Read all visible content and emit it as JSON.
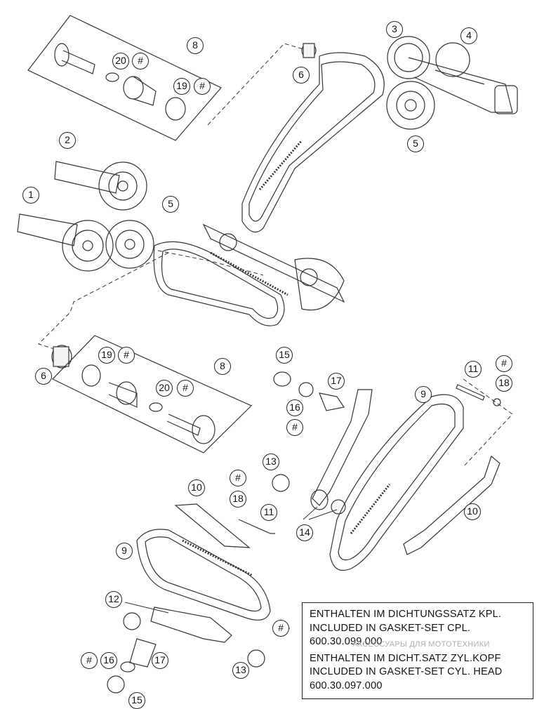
{
  "callouts": [
    {
      "id": "c8-top",
      "text": "8"
    },
    {
      "id": "c20-top",
      "text": "20"
    },
    {
      "id": "chash-top-20",
      "text": "#"
    },
    {
      "id": "c19-top",
      "text": "19"
    },
    {
      "id": "chash-top-19",
      "text": "#"
    },
    {
      "id": "c6-top",
      "text": "6"
    },
    {
      "id": "c3",
      "text": "3"
    },
    {
      "id": "c4",
      "text": "4"
    },
    {
      "id": "c5-top",
      "text": "5"
    },
    {
      "id": "c2",
      "text": "2"
    },
    {
      "id": "c1",
      "text": "1"
    },
    {
      "id": "c5-mid",
      "text": "5"
    },
    {
      "id": "c6-bottom",
      "text": "6"
    },
    {
      "id": "c19-mid",
      "text": "19"
    },
    {
      "id": "chash-mid-19",
      "text": "#"
    },
    {
      "id": "c8-mid",
      "text": "8"
    },
    {
      "id": "c20-mid",
      "text": "20"
    },
    {
      "id": "chash-mid-20",
      "text": "#"
    },
    {
      "id": "c15-upper",
      "text": "15"
    },
    {
      "id": "c17-upper",
      "text": "17"
    },
    {
      "id": "c16-upper",
      "text": "16"
    },
    {
      "id": "chash-16-upper",
      "text": "#"
    },
    {
      "id": "c9-right",
      "text": "9"
    },
    {
      "id": "c11-right",
      "text": "11"
    },
    {
      "id": "chash-right",
      "text": "#"
    },
    {
      "id": "c18-right",
      "text": "18"
    },
    {
      "id": "c13-upper",
      "text": "13"
    },
    {
      "id": "c10-left",
      "text": "10"
    },
    {
      "id": "chash-left",
      "text": "#"
    },
    {
      "id": "c18-left",
      "text": "18"
    },
    {
      "id": "c11-left",
      "text": "11"
    },
    {
      "id": "c14",
      "text": "14"
    },
    {
      "id": "c10-right",
      "text": "10"
    },
    {
      "id": "c9-left",
      "text": "9"
    },
    {
      "id": "c12",
      "text": "12"
    },
    {
      "id": "chash-legend",
      "text": "#"
    },
    {
      "id": "chash-bottom",
      "text": "#"
    },
    {
      "id": "c16-bottom",
      "text": "16"
    },
    {
      "id": "c17-bottom",
      "text": "17"
    },
    {
      "id": "c13-bottom",
      "text": "13"
    },
    {
      "id": "c15-bottom",
      "text": "15"
    }
  ],
  "legend": {
    "line1": "ENTHALTEN IM DICHTUNGSSATZ KPL.",
    "line2": "INCLUDED IN GASKET-SET CPL.",
    "line3": "600.30.099.000",
    "line4": "ENTHALTEN IM DICHT.SATZ ZYL.KOPF",
    "line5": "INCLUDED IN GASKET-SET CYL. HEAD",
    "line6": "600.30.097.000"
  },
  "watermark": "АКСЕССУАРЫ ДЛЯ МОТОТЕХНИКИ"
}
